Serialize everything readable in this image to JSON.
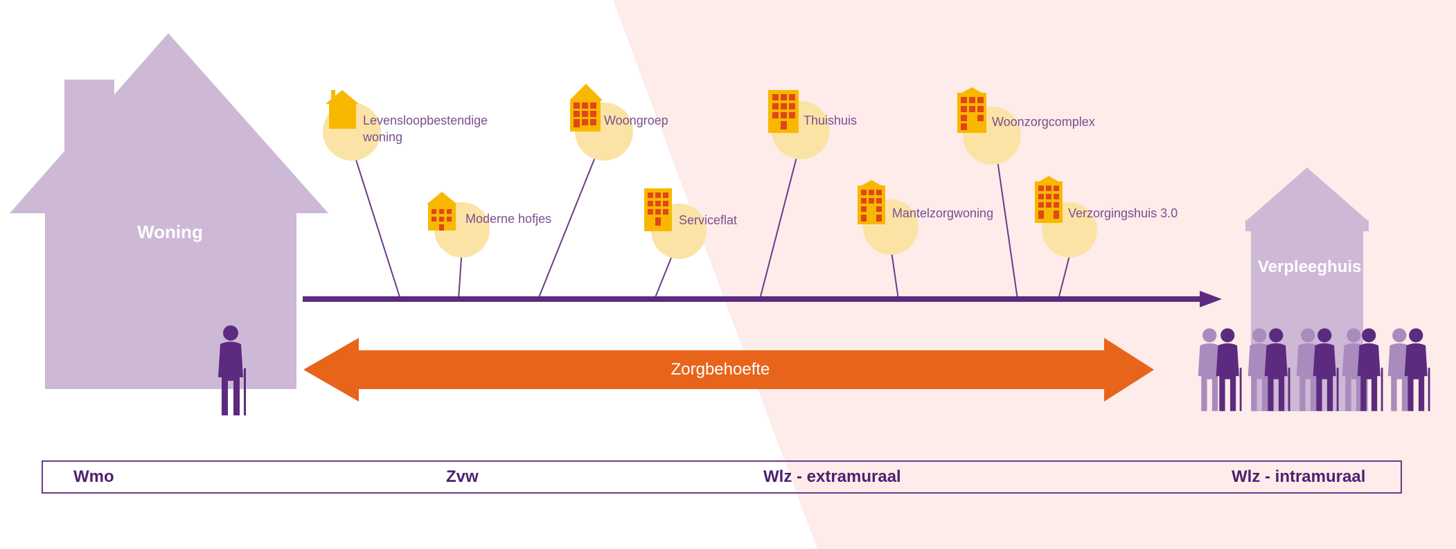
{
  "left_house": {
    "label": "Woning"
  },
  "right_house": {
    "label": "Verpleeghuis"
  },
  "housing_options": [
    {
      "label": "Levensloopbestendige woning",
      "icon": "house-icon"
    },
    {
      "label": "Moderne hofjes",
      "icon": "row-houses-icon"
    },
    {
      "label": "Woongroep",
      "icon": "group-house-icon"
    },
    {
      "label": "Serviceflat",
      "icon": "apartment-building-icon"
    },
    {
      "label": "Thuishuis",
      "icon": "apartment-building-icon"
    },
    {
      "label": "Mantelzorgwoning",
      "icon": "apartment-building-icon"
    },
    {
      "label": "Woonzorgcomplex",
      "icon": "apartment-building-icon"
    },
    {
      "label": "Verzorgingshuis 3.0",
      "icon": "apartment-building-icon"
    }
  ],
  "care_arrow": {
    "label": "Zorgbehoefte"
  },
  "financing": [
    "Wmo",
    "Zvw",
    "Wlz - extramuraal",
    "Wlz - intramuraal"
  ],
  "colors": {
    "house": "#cdb8d6",
    "timeline": "#5c2a7e",
    "care_arrow": "#e8641b",
    "halo": "#fbe3a6",
    "icon_yellow": "#f8b800",
    "icon_red": "#e0461a",
    "label_purple": "#7a4e91",
    "person_dark": "#5c2a7e",
    "person_light": "#a98bbd",
    "background_tint": "#fdecea"
  }
}
